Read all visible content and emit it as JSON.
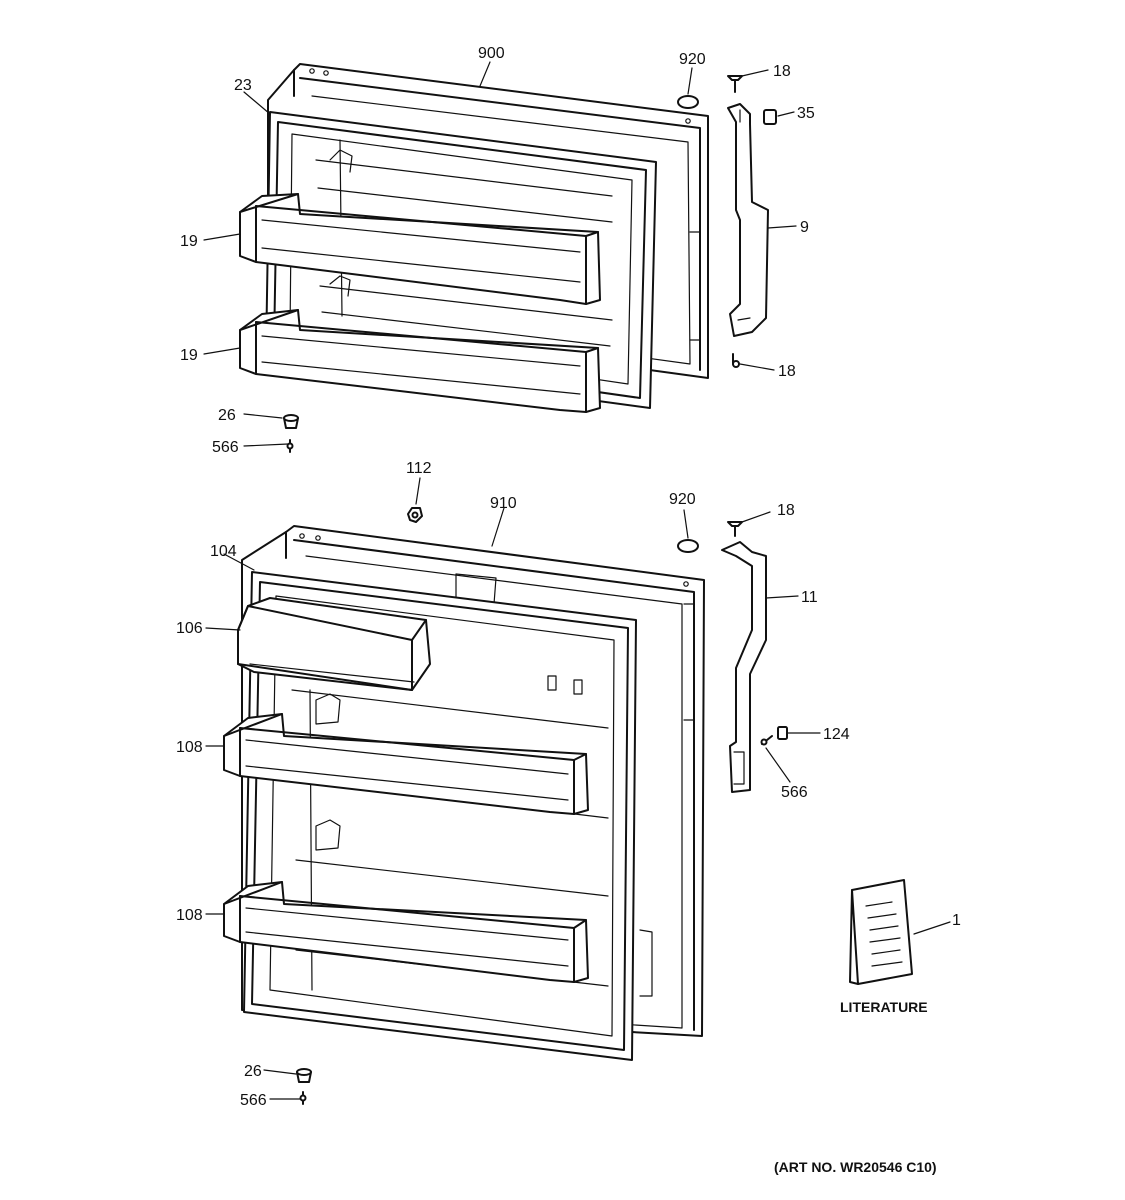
{
  "callouts": {
    "c900": "900",
    "c920a": "920",
    "c18a": "18",
    "c35": "35",
    "c23": "23",
    "c9": "9",
    "c19a": "19",
    "c19b": "19",
    "c18b": "18",
    "c26a": "26",
    "c566a": "566",
    "c112": "112",
    "c910": "910",
    "c920b": "920",
    "c18c": "18",
    "c104": "104",
    "c11": "11",
    "c106": "106",
    "c124": "124",
    "c108a": "108",
    "c566b": "566",
    "c108b": "108",
    "c1": "1",
    "c26b": "26",
    "c566c": "566"
  },
  "literature_label": "LITERATURE",
  "art_number": "(ART NO. WR20546 C10)"
}
